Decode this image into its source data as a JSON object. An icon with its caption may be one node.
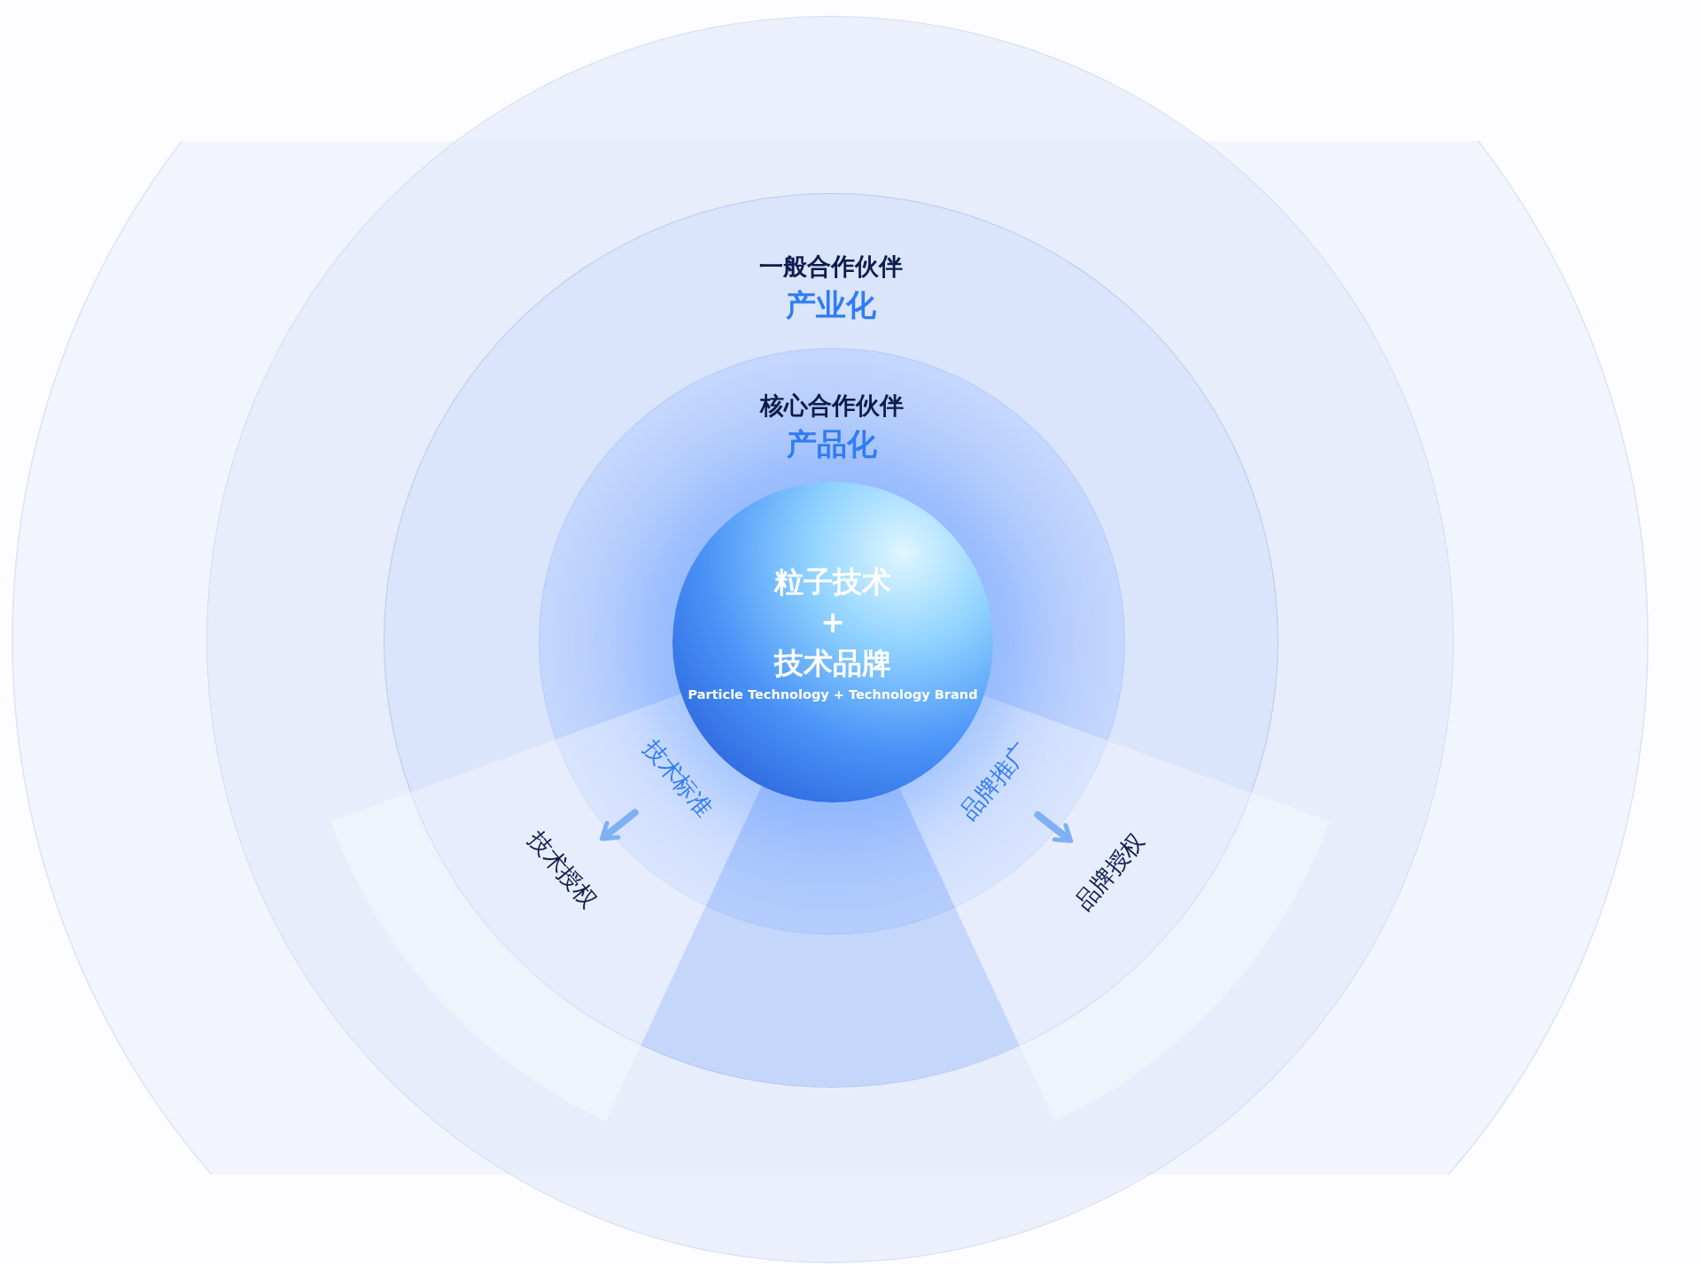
{
  "diagram": {
    "nodes": [
      {
        "text": [],
        "shape": "circle"
      },
      {
        "text": [],
        "shape": "circle",
        "in": 0
      },
      {
        "text": [
          "一般合作伙伴",
          "产业化"
        ],
        "in": 1
      },
      {
        "text": [
          "核心合作伙伴",
          "产品化"
        ],
        "in": 2
      },
      {
        "text": [
          "粒子技术 + 技术品牌",
          "Particle Technology + Technology Brand"
        ],
        "in": 3
      },
      {
        "text": [
          "技术标准"
        ],
        "in": 3
      },
      {
        "text": [
          "技术授权"
        ],
        "in": 2
      },
      {
        "text": [
          "品牌推广"
        ],
        "in": 3
      },
      {
        "text": [
          "品牌授权"
        ],
        "in": 2
      }
    ],
    "edges": [
      {
        "from": 5,
        "to": 6,
        "arrow": "to"
      },
      {
        "from": 7,
        "to": 8,
        "arrow": "to"
      }
    ]
  }
}
